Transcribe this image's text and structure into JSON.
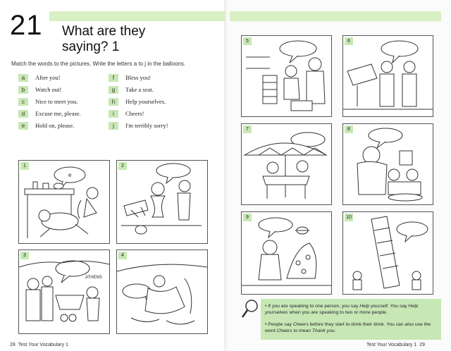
{
  "unit": {
    "number": "21",
    "title_line1": "What are they",
    "title_line2": "saying? 1"
  },
  "instructions": "Match the words to the pictures. Write the letters a to j in the balloons.",
  "phrases_left": [
    {
      "letter": "a",
      "text": "After you!"
    },
    {
      "letter": "b",
      "text": "Watch out!"
    },
    {
      "letter": "c",
      "text": "Nice to meet you."
    },
    {
      "letter": "d",
      "text": "Excuse me, please."
    },
    {
      "letter": "e",
      "text": "Hold on, please."
    }
  ],
  "phrases_right": [
    {
      "letter": "f",
      "text": "Bless you!"
    },
    {
      "letter": "g",
      "text": "Take a seat."
    },
    {
      "letter": "h",
      "text": "Help yourselves."
    },
    {
      "letter": "i",
      "text": "Cheers!"
    },
    {
      "letter": "j",
      "text": "I'm terribly sorry!"
    }
  ],
  "panels": [
    "1",
    "2",
    "3",
    "4",
    "5",
    "6",
    "7",
    "8",
    "9",
    "10"
  ],
  "panel1_balloon": "e",
  "panel3_sign": "ATHENS",
  "notes": {
    "n1_a": "If you are speaking to one person, you say ",
    "n1_b": "Help yourself.",
    "n1_c": " You say ",
    "n1_d": "Help yourselves",
    "n1_e": " when you are speaking to two or more people.",
    "n2_a": "People say ",
    "n2_b": "Cheers",
    "n2_c": " before they start to drink their drink. You can also use the word ",
    "n2_d": "Cheers",
    "n2_e": " to mean ",
    "n2_f": "Thank you."
  },
  "footer": {
    "left_page": "28",
    "left_book": "Test Your Vocabulary 1",
    "right_book": "Test Your Vocabulary 1",
    "right_page": "29"
  },
  "colors": {
    "accent_green": "#c7e8b4",
    "band_green": "#d9efc4"
  }
}
